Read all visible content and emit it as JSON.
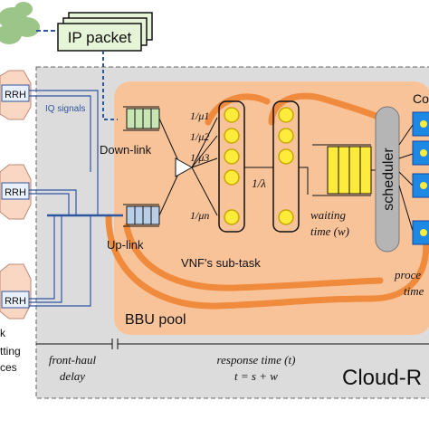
{
  "diagram": {
    "ip_packet": "IP packet",
    "iq_signals": "IQ signals",
    "rrh_label": "RRH",
    "downlink": "Down-link",
    "uplink": "Up-link",
    "vnf_subtask": "VNF's sub-task",
    "bbu_pool": "BBU pool",
    "scheduler": "scheduler",
    "rates": [
      "1/μ1",
      "1/μ2",
      "1/μ3",
      "1/μn"
    ],
    "lambda": "1/λ",
    "waiting_time_1": "waiting",
    "waiting_time_2": "time (w)",
    "processing_1": "proce",
    "processing_2": "time",
    "computing_label": "Co",
    "fronthaul_1": "front-haul",
    "fronthaul_2": "delay",
    "response_1": "response time (t)",
    "response_2": "t = s + w",
    "cloud_ran": "Cloud-R",
    "left_text_1": "k",
    "left_text_2": "tting",
    "left_text_3": "ces"
  },
  "colors": {
    "pool_bg": "#dcdcdc",
    "bbu_orange": "#f9c39a",
    "cloud_path": "#f08a3c",
    "server_yellow": "#ffeb3b",
    "server_border": "#c8a800",
    "ip_box_green": "#e6f4d7",
    "cloud_green": "#9cc589",
    "downlink_green": "#c8e6b4",
    "uplink_blue": "#b9cfe8",
    "scheduler_gray": "#b5b5b5",
    "line_blue": "#2f56a0",
    "cpu_blue": "#1e88e5"
  }
}
